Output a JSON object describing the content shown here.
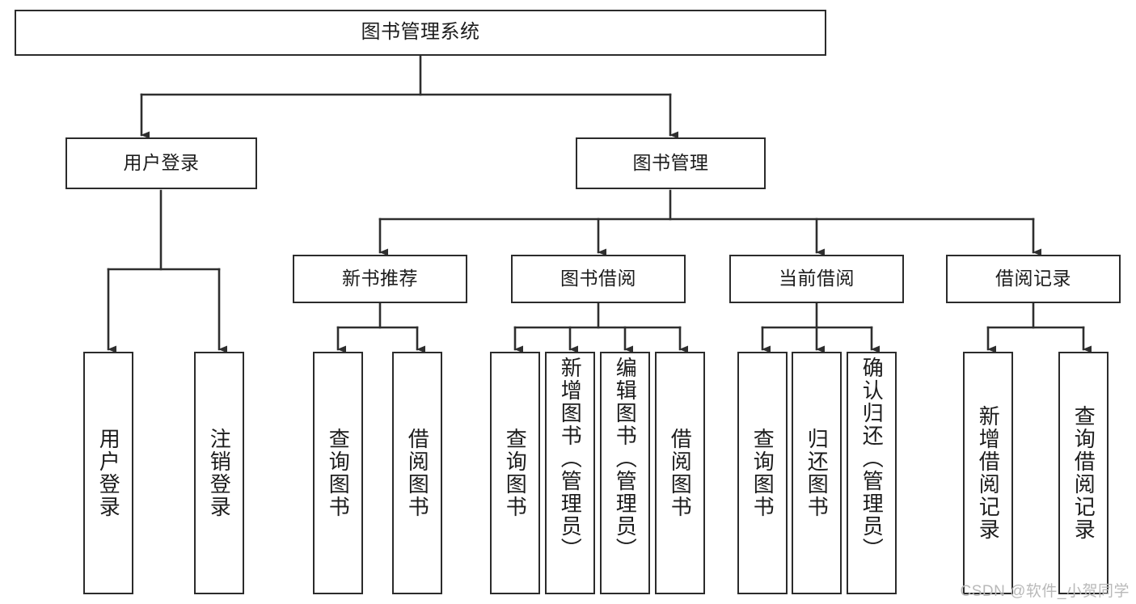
{
  "diagram": {
    "title": "图书管理系统",
    "type": "tree-hierarchy",
    "watermark": "CSDN @软件_小贺同学",
    "colors": {
      "border": "#2b2b2b",
      "background": "#ffffff",
      "text": "#1c1c1c",
      "edge": "#333333",
      "watermark": "#b9b9b9"
    },
    "nodes": {
      "root": {
        "label": "图书管理系统",
        "level": 0
      },
      "user_login": {
        "label": "用户登录",
        "level": 1
      },
      "book_manage": {
        "label": "图书管理",
        "level": 1
      },
      "new_book_rec": {
        "label": "新书推荐",
        "level": 2
      },
      "book_borrow": {
        "label": "图书借阅",
        "level": 2
      },
      "current_borrow": {
        "label": "当前借阅",
        "level": 2
      },
      "borrow_record": {
        "label": "借阅记录",
        "level": 2
      },
      "leaf_user_login": {
        "label": "用户登录",
        "level": 3
      },
      "leaf_logout": {
        "label": "注销登录",
        "level": 3
      },
      "leaf_query_book_1": {
        "label": "查询图书",
        "level": 3
      },
      "leaf_borrow_book_1": {
        "label": "借阅图书",
        "level": 3
      },
      "leaf_query_book_2": {
        "label": "查询图书",
        "level": 3
      },
      "leaf_add_book": {
        "label": "新增图书（管理员）",
        "level": 3
      },
      "leaf_edit_book": {
        "label": "编辑图书（管理员）",
        "level": 3
      },
      "leaf_borrow_book_2": {
        "label": "借阅图书",
        "level": 3
      },
      "leaf_query_book_3": {
        "label": "查询图书",
        "level": 3
      },
      "leaf_return_book": {
        "label": "归还图书",
        "level": 3
      },
      "leaf_confirm_return": {
        "label": "确认归还（管理员）",
        "level": 3
      },
      "leaf_add_record": {
        "label": "新增借阅记录",
        "level": 3
      },
      "leaf_query_record": {
        "label": "查询借阅记录",
        "level": 3
      }
    },
    "edges": [
      {
        "from": "root",
        "to": "user_login"
      },
      {
        "from": "root",
        "to": "book_manage"
      },
      {
        "from": "book_manage",
        "to": "new_book_rec"
      },
      {
        "from": "book_manage",
        "to": "book_borrow"
      },
      {
        "from": "book_manage",
        "to": "current_borrow"
      },
      {
        "from": "book_manage",
        "to": "borrow_record"
      },
      {
        "from": "user_login",
        "to": "leaf_user_login"
      },
      {
        "from": "user_login",
        "to": "leaf_logout"
      },
      {
        "from": "new_book_rec",
        "to": "leaf_query_book_1"
      },
      {
        "from": "new_book_rec",
        "to": "leaf_borrow_book_1"
      },
      {
        "from": "book_borrow",
        "to": "leaf_query_book_2"
      },
      {
        "from": "book_borrow",
        "to": "leaf_add_book"
      },
      {
        "from": "book_borrow",
        "to": "leaf_edit_book"
      },
      {
        "from": "book_borrow",
        "to": "leaf_borrow_book_2"
      },
      {
        "from": "current_borrow",
        "to": "leaf_query_book_3"
      },
      {
        "from": "current_borrow",
        "to": "leaf_return_book"
      },
      {
        "from": "current_borrow",
        "to": "leaf_confirm_return"
      },
      {
        "from": "borrow_record",
        "to": "leaf_add_record"
      },
      {
        "from": "borrow_record",
        "to": "leaf_query_record"
      }
    ]
  }
}
